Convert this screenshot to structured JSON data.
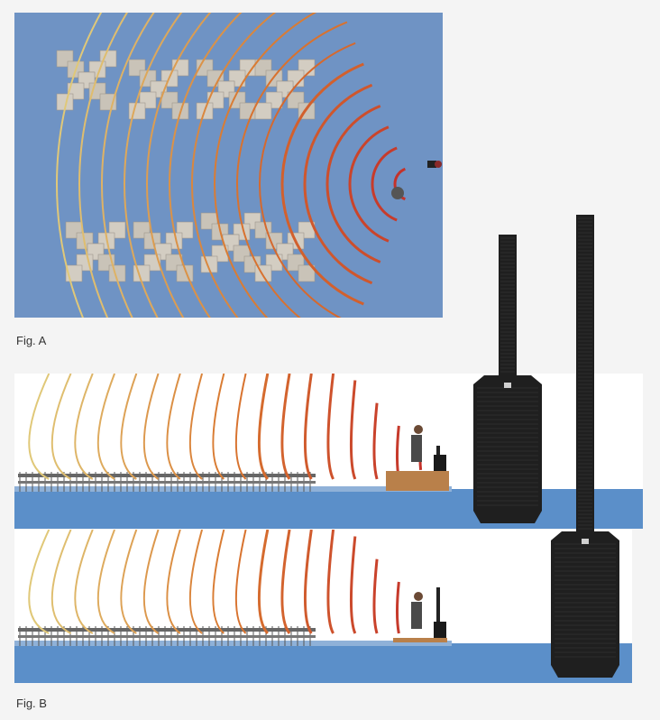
{
  "captions": {
    "fig_a": "Fig. A",
    "fig_b": "Fig. B"
  },
  "colors": {
    "floor_blue": "#6f93c4",
    "stage_blue": "#5b8fc9",
    "wave_near": "#c4322a",
    "wave_mid": "#d9772f",
    "wave_far": "#e0c878",
    "speaker_body": "#1f1f1f",
    "stage_wood": "#b9804a"
  },
  "icons": [
    "speaker-column-short",
    "speaker-column-tall",
    "performer-figure",
    "table-cluster",
    "chair-row"
  ]
}
